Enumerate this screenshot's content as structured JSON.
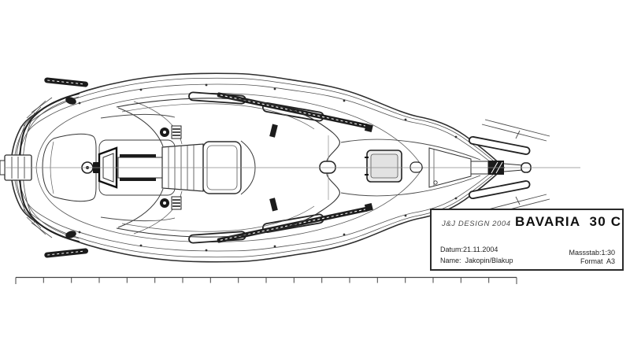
{
  "title_block": {
    "designer_credit": "J&J DESIGN 2004",
    "boat_model": "BAVARIA  30 C",
    "date": "Datum:21.11.2004",
    "drawn_by": "Name:  Jakopin/Blakup",
    "scale": "Massstab:1:30",
    "format": "Format  A3"
  },
  "drawing": {
    "line_color": "#3a3a3a",
    "hardware_color": "#1c1c1c",
    "paper_color": "#ffffff"
  }
}
